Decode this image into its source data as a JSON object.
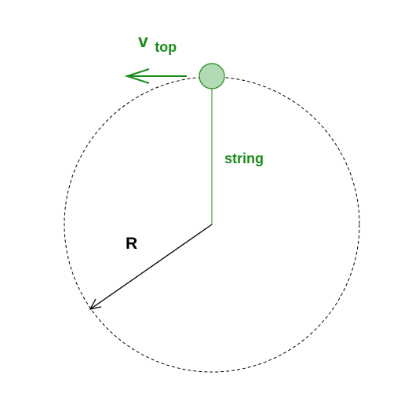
{
  "labels": {
    "velocity_symbol": "v",
    "velocity_subscript": "top",
    "string": "string",
    "radius": "R"
  },
  "colors": {
    "green": "#1a8c1a",
    "ball_fill": "#b3dbb3",
    "ball_stroke": "#1a8c1a",
    "black": "#000000"
  }
}
